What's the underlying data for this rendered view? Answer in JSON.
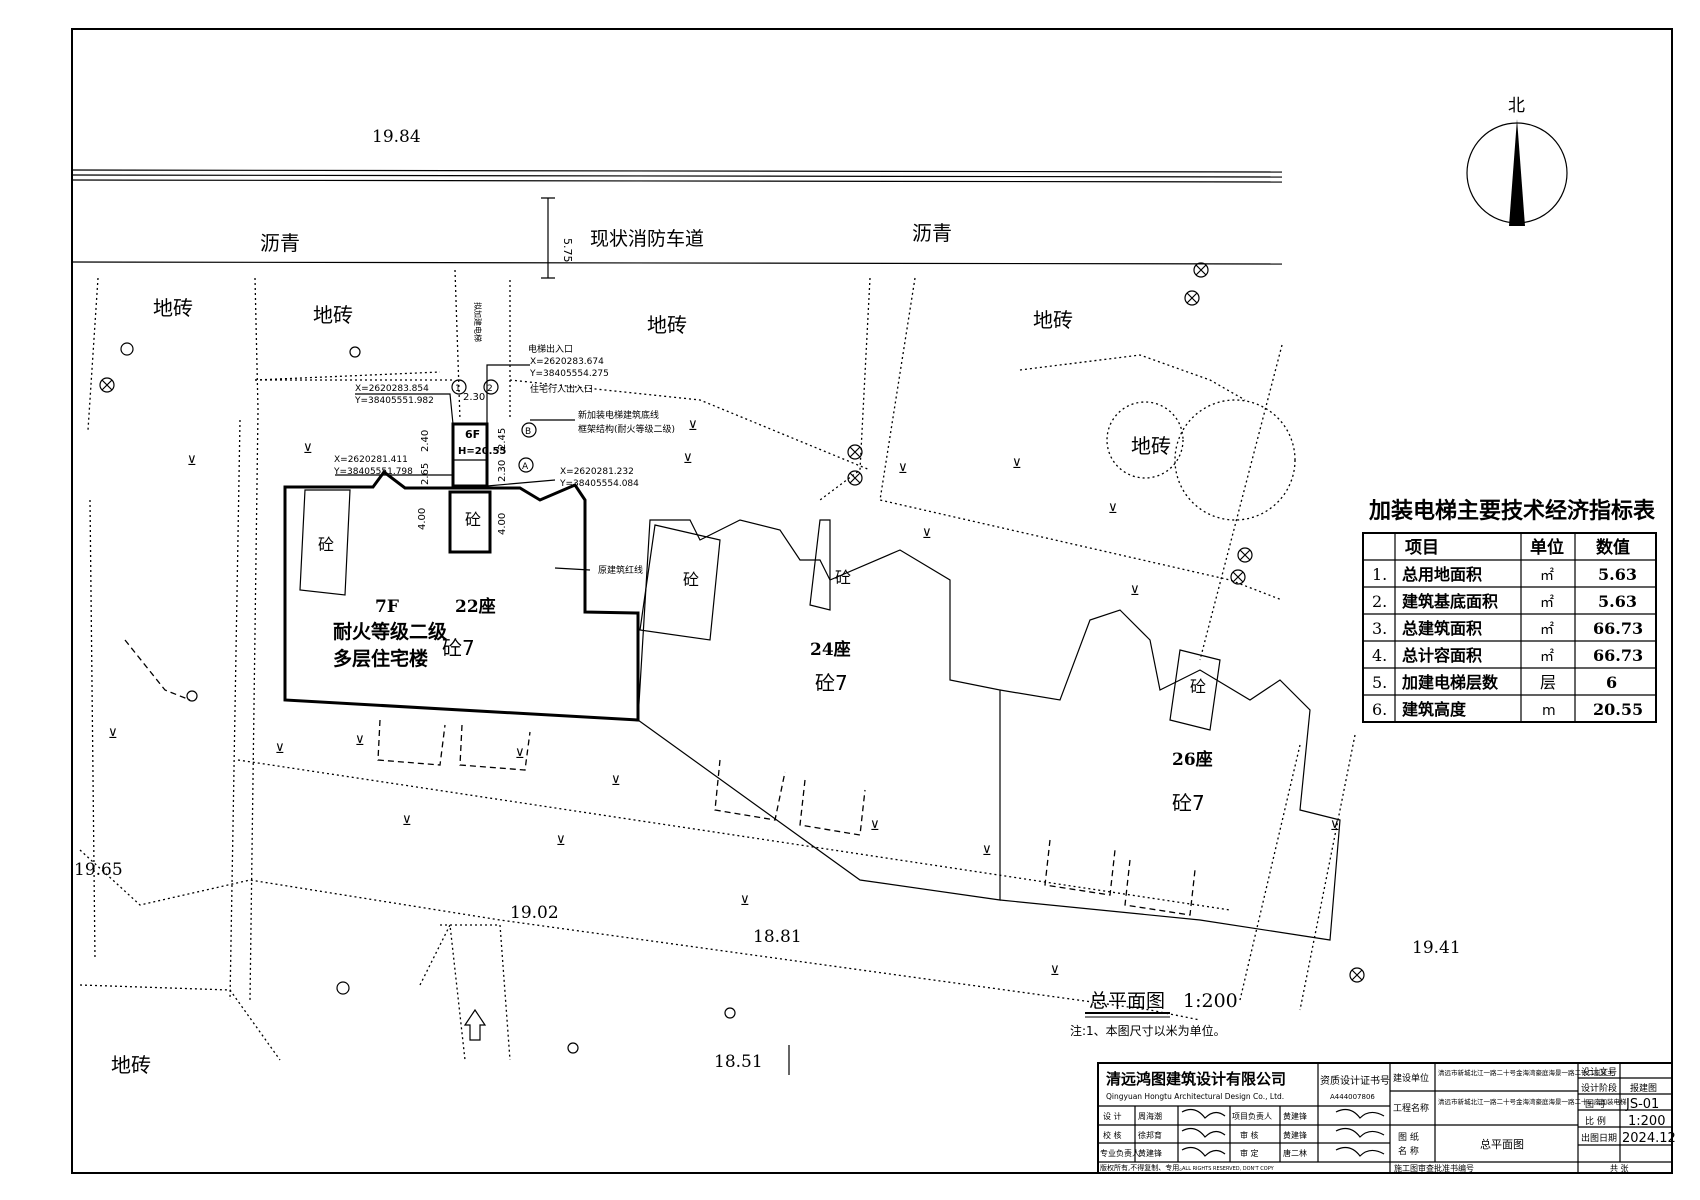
{
  "labels": {
    "elev_1984": "19.84",
    "elev_1965": "19.65",
    "elev_1902": "19.02",
    "elev_1881": "18.81",
    "elev_1851": "18.51",
    "elev_1941": "19.41",
    "asphalt_left": "沥青",
    "asphalt_right": "沥青",
    "fire_road": "现状消防车道",
    "road_width": "5.75",
    "tile_1": "地砖",
    "tile_2": "地砖",
    "tile_3": "地砖",
    "tile_4": "地砖",
    "tile_5": "地砖",
    "tile_6": "地砖",
    "bldg22_floors": "7F",
    "bldg22_name": "22座",
    "bldg22_fire": "耐火等级二级",
    "bldg22_type": "多层住宅楼",
    "bldg22_mat": "砼7",
    "bldg24_name": "24座",
    "bldg24_mat": "砼7",
    "bldg26_name": "26座",
    "bldg26_mat": "砼7",
    "concrete": "砼",
    "elev_floors": "6F",
    "elev_height": "H=20.55",
    "coord1_x": "X=2620283.854",
    "coord1_y": "Y=38405551.982",
    "coord2_x": "X=2620283.674",
    "coord2_y": "Y=38405554.275",
    "coord3_x": "X=2620281.411",
    "coord3_y": "Y=38405551.798",
    "coord4_x": "X=2620281.232",
    "coord4_y": "Y=38405554.084",
    "dim_230": "2.30",
    "dim_245": "2.45",
    "dim_265": "2.65",
    "dim_230b": "2.30",
    "dim_400a": "4.00",
    "dim_400b": "4.00",
    "dim_240": "2.40",
    "axis_1": "1",
    "axis_2": "2",
    "axis_A": "A",
    "axis_B": "B",
    "note_elevator_entry": "电梯出入口",
    "note_resident_entry": "住宅行人出入口",
    "note_new_elevator": "新加装电梯建筑底线",
    "note_fire_grade": "框架结构(耐火等级二级)",
    "note_redline": "原建筑红线",
    "note_newbuild": "拟加建电梯",
    "north": "北",
    "table_title": "加装电梯主要技术经济指标表",
    "plan_title": "总平面图",
    "plan_scale": "1:200",
    "plan_note": "注:1、本图尺寸以米为单位。"
  },
  "table": {
    "headers": [
      "",
      "项目",
      "单位",
      "数值"
    ],
    "rows": [
      [
        "1.",
        "总用地面积",
        "㎡",
        "5.63"
      ],
      [
        "2.",
        "建筑基底面积",
        "㎡",
        "5.63"
      ],
      [
        "3.",
        "总建筑面积",
        "㎡",
        "66.73"
      ],
      [
        "4.",
        "总计容面积",
        "㎡",
        "66.73"
      ],
      [
        "5.",
        "加建电梯层数",
        "层",
        "6"
      ],
      [
        "6.",
        "建筑高度",
        "m",
        "20.55"
      ]
    ]
  },
  "titleblock": {
    "company": "清远鸿图建筑设计有限公司",
    "company_en": "Qingyuan Hongtu Architectural Design Co., Ltd.",
    "cert_label": "资质设计证书号",
    "cert_no": "A444007806",
    "client_label": "建设单位",
    "client_value": "清远市新城北江一路二十号金海湾豪庭海景一路二十二座业主",
    "project_label": "工程名称",
    "project_value": "清远市新城北江一路二十号金海湾豪庭海景一路二十二座加装电梯",
    "drawing_label": "图 纸",
    "name_label": "名 称",
    "drawing_name": "总平面图",
    "design_label": "设 计",
    "design_person": "周海潮",
    "check_label": "校 核",
    "check_person": "徐邦育",
    "spec_label": "专业负责人",
    "spec_person": "黄建锋",
    "pm_label": "项目负责人",
    "pm_person": "黄建锋",
    "review_label": "审 核",
    "review_person": "黄建锋",
    "approve_label": "审 定",
    "approve_person": "唐二林",
    "doc_label": "设计文号",
    "phase_label": "设计阶段",
    "phase_value": "报建图",
    "drawno_label": "图 号",
    "drawno_value": "JS-01",
    "scale_label": "比 例",
    "scale_value": "1:200",
    "date_label": "出图日期",
    "date_value": "2024.12",
    "copyright": "版权所有,不得复制、专用。",
    "copyright_en": "ALL RIGHTS RESERVED, DON'T COPY",
    "review_stamp": "施工图审查批准书编号",
    "sheets": "共 张"
  }
}
